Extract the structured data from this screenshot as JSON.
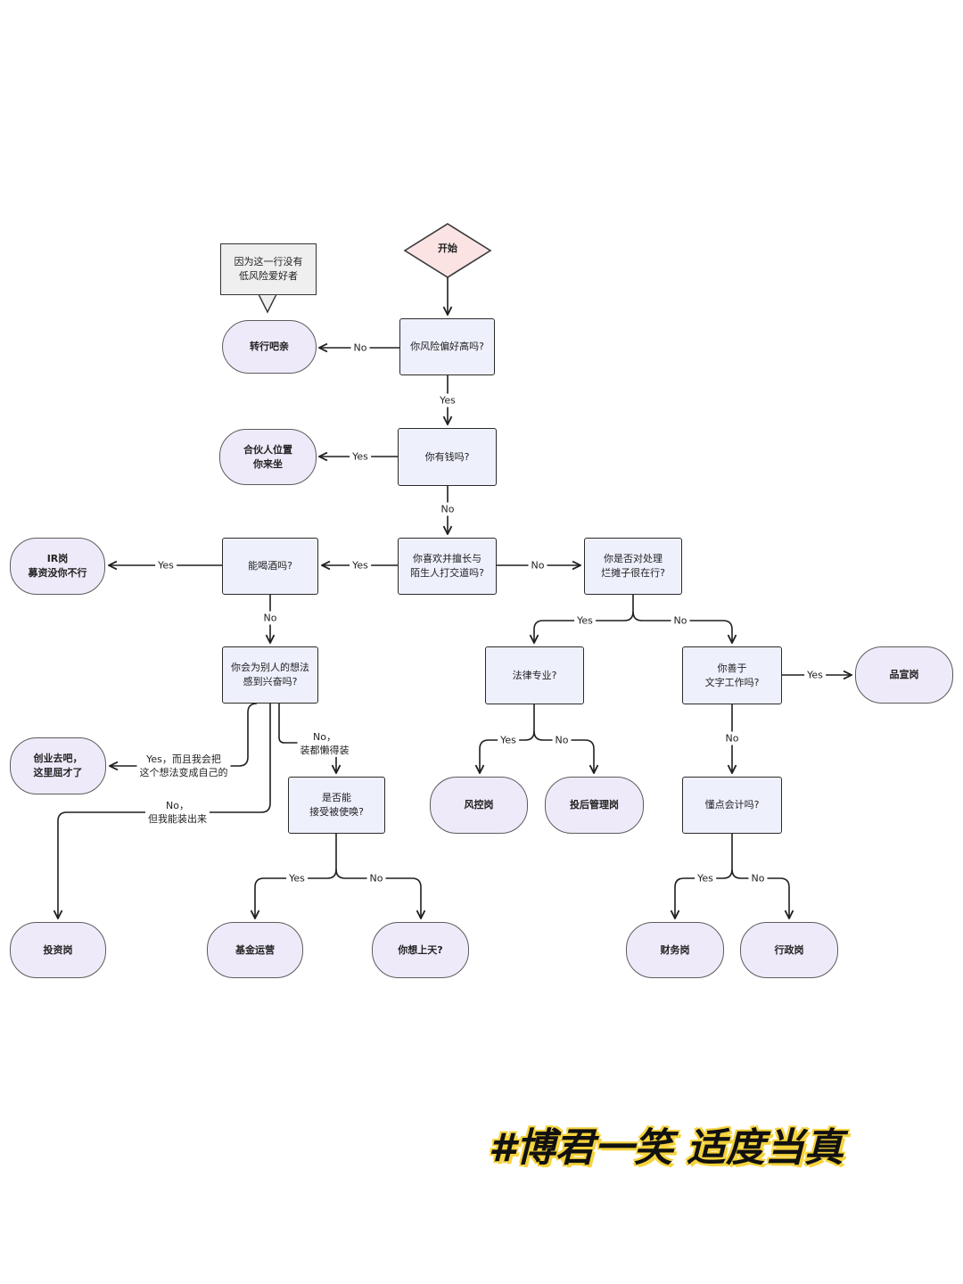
{
  "start": "开始",
  "callout": "因为这一行没有\n低风险爱好者",
  "questions": {
    "risk": "你风险偏好高吗?",
    "money": "你有钱吗?",
    "social": "你喜欢并擅长与\n陌生人打交道吗?",
    "mess": "你是否对处理\n烂摊子很在行?",
    "drink": "能喝酒吗?",
    "idea": "你会为别人的想法\n感到兴奋吗?",
    "called": "是否能\n接受被使唤?",
    "law": "法律专业?",
    "writing": "你善于\n文字工作吗?",
    "accounting": "懂点会计吗?"
  },
  "results": {
    "switch": "转行吧亲",
    "partner": "合伙人位置\n你来坐",
    "ir": "IR岗\n募资没你不行",
    "startup": "创业去吧，\n这里屈才了",
    "invest": "投资岗",
    "fund_ops": "基金运营",
    "sky": "你想上天?",
    "risk_ctrl": "风控岗",
    "post_invest": "投后管理岗",
    "pr": "品宣岗",
    "finance": "财务岗",
    "admin": "行政岗"
  },
  "labels": {
    "risk_no": "No",
    "risk_yes": "Yes",
    "money_yes": "Yes",
    "money_no": "No",
    "social_yes": "Yes",
    "social_no": "No",
    "drink_yes": "Yes",
    "drink_no": "No",
    "idea_yes": "Yes，而且我会把\n这个想法变成自己的",
    "idea_no_fake": "No，\n但我能装出来",
    "idea_no_lazy": "No，\n装都懒得装",
    "called_yes": "Yes",
    "called_no": "No",
    "mess_yes": "Yes",
    "mess_no": "No",
    "law_yes": "Yes",
    "law_no": "No",
    "writing_yes": "Yes",
    "writing_no": "No",
    "acc_yes": "Yes",
    "acc_no": "No"
  },
  "slogan": "#博君一笑 适度当真"
}
